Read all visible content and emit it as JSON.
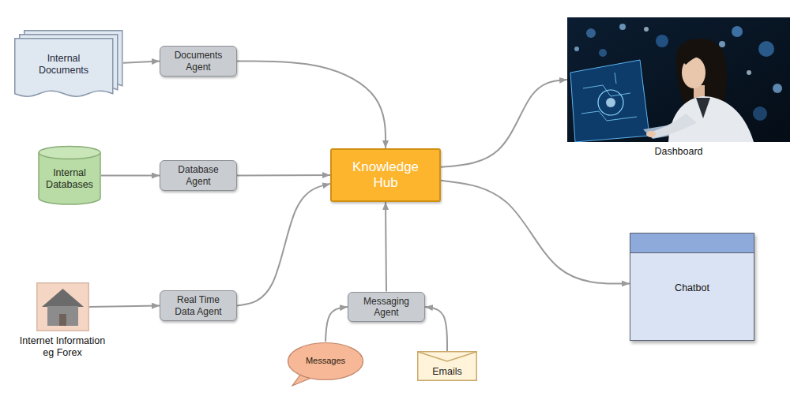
{
  "diagram": {
    "nodes": [
      {
        "text": [
          "Internal Documents"
        ]
      },
      {
        "text": [
          "Documents Agent"
        ]
      },
      {
        "text": [
          "Dashboard"
        ]
      },
      {
        "text": [
          "Internal Databases"
        ]
      },
      {
        "text": [
          "Database Agent"
        ]
      },
      {
        "text": [
          "Knowledge Hub"
        ]
      },
      {
        "text": [
          "Chatbot"
        ]
      },
      {
        "text": [
          "Internet Information eg Forex"
        ]
      },
      {
        "text": [
          "Real Time Data Agent"
        ]
      },
      {
        "text": [
          "Messaging Agent"
        ]
      },
      {
        "text": [
          "Messages"
        ]
      },
      {
        "text": [
          "Emails"
        ]
      }
    ],
    "edges": [
      {
        "from": 0,
        "to": 1,
        "arrow": "to"
      },
      {
        "from": 1,
        "to": 5,
        "arrow": "to"
      },
      {
        "from": 3,
        "to": 4,
        "arrow": "to"
      },
      {
        "from": 4,
        "to": 5,
        "arrow": "to"
      },
      {
        "from": 7,
        "to": 8,
        "arrow": "to"
      },
      {
        "from": 8,
        "to": 5,
        "arrow": "to"
      },
      {
        "from": 9,
        "to": 5,
        "arrow": "to"
      },
      {
        "from": 10,
        "to": 9,
        "arrow": "to"
      },
      {
        "from": 11,
        "to": 9,
        "arrow": "to"
      },
      {
        "from": 5,
        "to": 2,
        "arrow": "to"
      },
      {
        "from": 5,
        "to": 6,
        "arrow": "to"
      }
    ]
  }
}
